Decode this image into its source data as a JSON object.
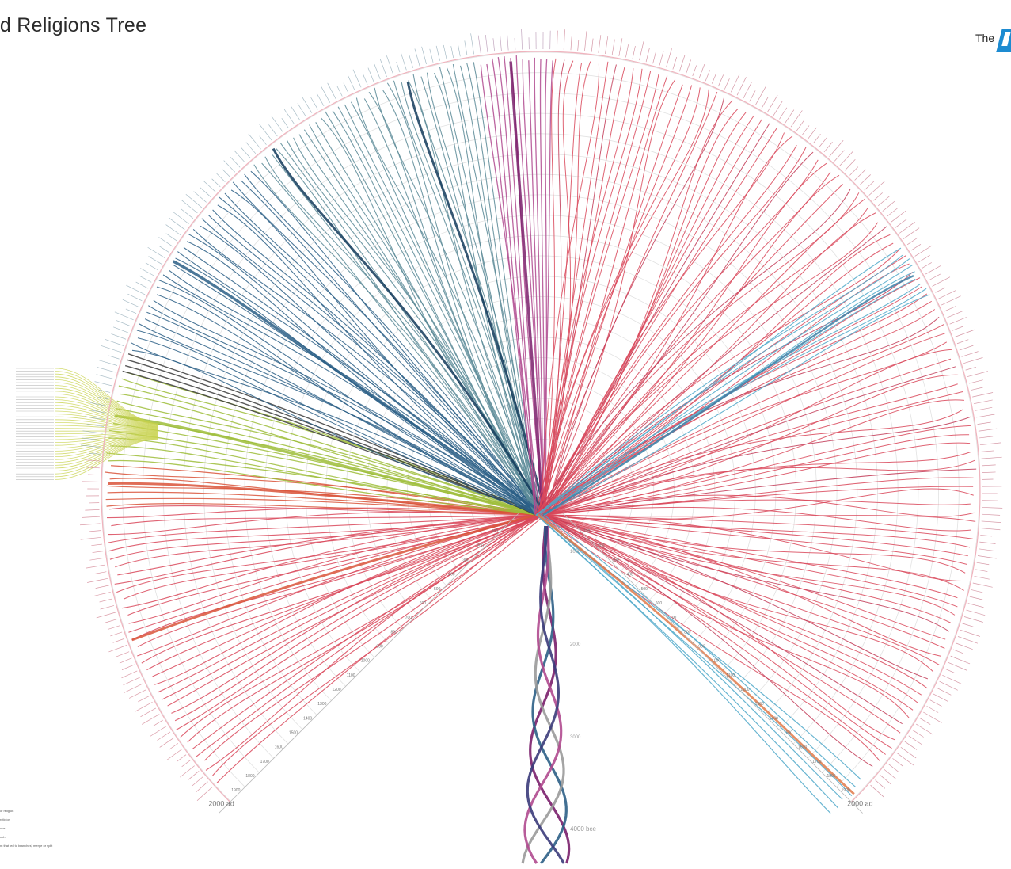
{
  "title": "ld Religions Tree",
  "logo": {
    "text": "The",
    "icon": "logo-mark-icon"
  },
  "axis": {
    "left_labels": [
      "2000 ad",
      "1900",
      "1800",
      "1700",
      "1600",
      "1500",
      "1400",
      "1300",
      "1200",
      "1100",
      "1000",
      "900",
      "800",
      "700",
      "600",
      "500",
      "400",
      "300",
      "200",
      "100"
    ],
    "right_labels": [
      "2000 ad",
      "1900",
      "1800",
      "1700",
      "1600",
      "1500",
      "1400",
      "1300",
      "1200",
      "1100",
      "1000",
      "900",
      "800",
      "700",
      "600",
      "500",
      "400",
      "300",
      "200",
      "100"
    ],
    "trunk_labels": [
      "1000",
      "2000",
      "3000",
      "4000 bce"
    ]
  },
  "legend": [
    "of religion",
    "religion",
    "ups",
    "nch",
    "nt that led to branches) merge or split"
  ],
  "colors": {
    "christianity": "#d9485a",
    "islam": "#2c5f86",
    "islam_light": "#5b8a97",
    "judaism": "#b04a8f",
    "hinduism": "#9ebd3a",
    "buddhism": "#d9533a",
    "chinese": "#c8d24e",
    "zoroastrian": "#3a3a3a",
    "middle_east": "#4fa8c9",
    "middle_east_orange": "#e07a4a",
    "light_pink": "#f0b3bd"
  }
}
